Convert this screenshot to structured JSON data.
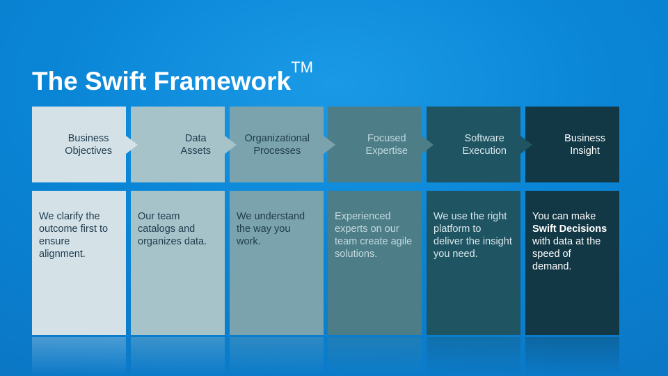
{
  "title": {
    "text": "The Swift Framework",
    "mark": "TM"
  },
  "steps": [
    {
      "heading": [
        "Business",
        "Objectives"
      ],
      "description": "We clarify the outcome first to ensure alignment.",
      "colors": {
        "fill": "#d4e1e7",
        "text": "#1f3b4d"
      }
    },
    {
      "heading": [
        "Data",
        "Assets"
      ],
      "description": "Our team catalogs and organizes data.",
      "colors": {
        "fill": "#a6c3ca",
        "text": "#1f3b4d"
      }
    },
    {
      "heading": [
        "Organizational",
        "Processes"
      ],
      "description": "We understand the way you work.",
      "colors": {
        "fill": "#7aa3ad",
        "text": "#1f3b4d"
      }
    },
    {
      "heading": [
        "Focused",
        "Expertise"
      ],
      "description": "Experienced experts on our team create agile solutions.",
      "colors": {
        "fill": "#4d7e88",
        "text": "#c2d9df"
      }
    },
    {
      "heading": [
        "Software",
        "Execution"
      ],
      "description": "We use the right platform to deliver the insight you need.",
      "colors": {
        "fill": "#1f5463",
        "text": "#d9e8ec"
      }
    },
    {
      "heading": [
        "Business",
        "Insight"
      ],
      "description_parts": [
        {
          "text": "You can make ",
          "bold": false
        },
        {
          "text": "Swift Decisions",
          "bold": true
        },
        {
          "text": " with data at the speed of demand.",
          "bold": false
        }
      ],
      "colors": {
        "fill": "#123845",
        "text": "#ffffff"
      }
    }
  ]
}
